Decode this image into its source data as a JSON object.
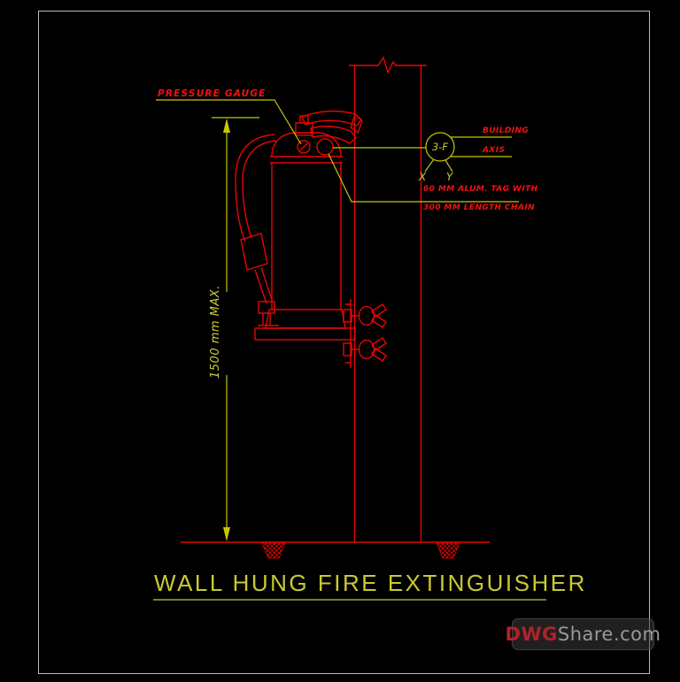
{
  "page": {
    "background": "#000000",
    "frame_color": "#bdbdbd"
  },
  "drawing": {
    "title": "WALL HUNG FIRE EXTINGUISHER",
    "labels": {
      "pressure_gauge": "PRESSURE GAUGE",
      "building": "BUILDING",
      "axis": "AXIS",
      "tag_line1": "60 MM ALUM. TAG WITH",
      "tag_line2": "300 MM LENGTH CHAIN"
    },
    "balloon": {
      "tag": "3-F",
      "x": "X",
      "y": "Y"
    },
    "dimension_text": "1500 mm MAX.",
    "colors": {
      "line_red": "#e60505",
      "line_yellow": "#c6c608",
      "text_red": "#ee1212",
      "text_yellow": "#cccc3a",
      "title_yellow": "#c9c932"
    }
  },
  "watermark": {
    "primary": "DWG",
    "secondary": "Share.com",
    "primary_color": "#ae2328",
    "secondary_color": "#999999"
  }
}
